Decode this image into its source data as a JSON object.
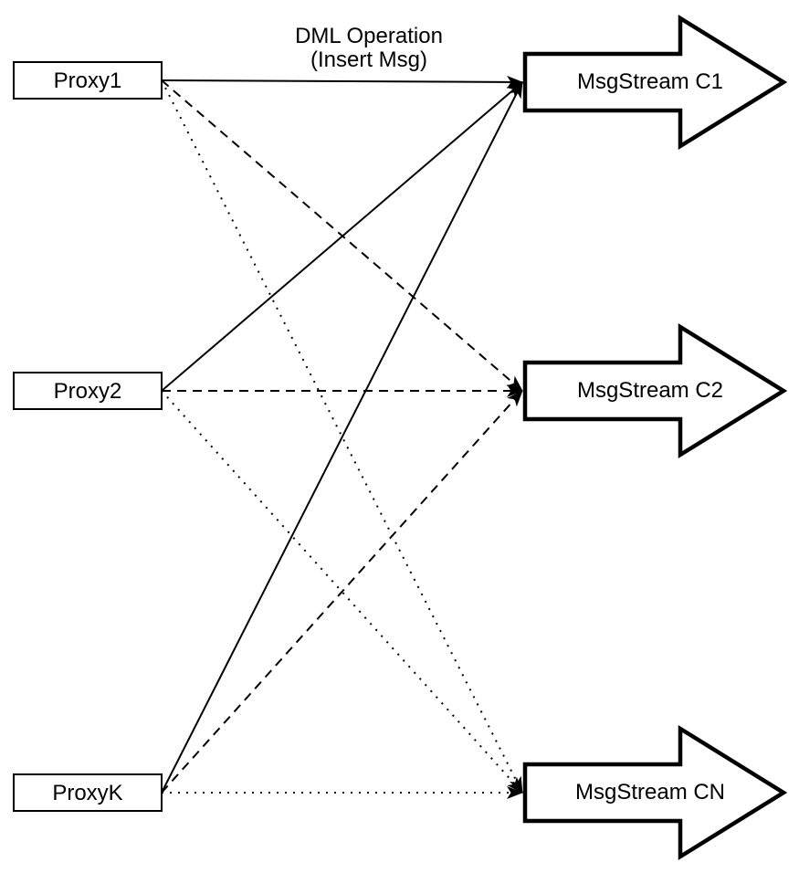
{
  "diagram": {
    "title_label": {
      "line1": "DML Operation",
      "line2": "(Insert Msg)"
    },
    "proxies": [
      {
        "id": "proxy1",
        "label": "Proxy1"
      },
      {
        "id": "proxy2",
        "label": "Proxy2"
      },
      {
        "id": "proxyk",
        "label": "ProxyK"
      }
    ],
    "streams": [
      {
        "id": "c1",
        "label": "MsgStream C1"
      },
      {
        "id": "c2",
        "label": "MsgStream C2"
      },
      {
        "id": "cn",
        "label": "MsgStream CN"
      }
    ],
    "connections": [
      {
        "from": "proxy1",
        "to": "c1",
        "style": "solid"
      },
      {
        "from": "proxy1",
        "to": "c2",
        "style": "dashed"
      },
      {
        "from": "proxy1",
        "to": "cn",
        "style": "dotted"
      },
      {
        "from": "proxy2",
        "to": "c1",
        "style": "solid"
      },
      {
        "from": "proxy2",
        "to": "c2",
        "style": "dashed"
      },
      {
        "from": "proxy2",
        "to": "cn",
        "style": "dotted"
      },
      {
        "from": "proxyk",
        "to": "c1",
        "style": "solid"
      },
      {
        "from": "proxyk",
        "to": "c2",
        "style": "dashed"
      },
      {
        "from": "proxyk",
        "to": "cn",
        "style": "dotted"
      }
    ],
    "colors": {
      "stroke": "#000000",
      "fill": "#ffffff",
      "background": "#ffffff"
    }
  }
}
